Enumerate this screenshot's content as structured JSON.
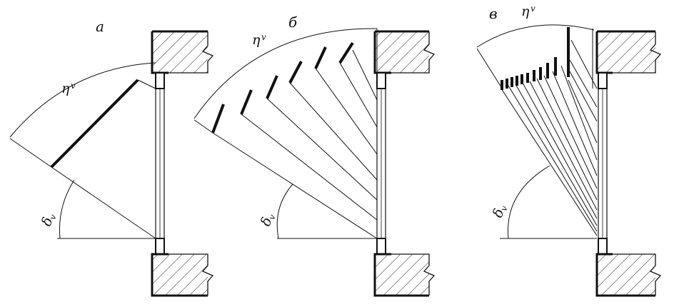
{
  "panels": [
    {
      "letter": "а",
      "eta": "η",
      "delta": "δ",
      "sub": "v"
    },
    {
      "letter": "б",
      "eta": "η",
      "delta": "δ",
      "sub": "v"
    },
    {
      "letter": "в",
      "eta": "η",
      "delta": "δ",
      "sub": "v"
    }
  ],
  "colors": {
    "ink": "#111111",
    "paper": "#ffffff"
  }
}
